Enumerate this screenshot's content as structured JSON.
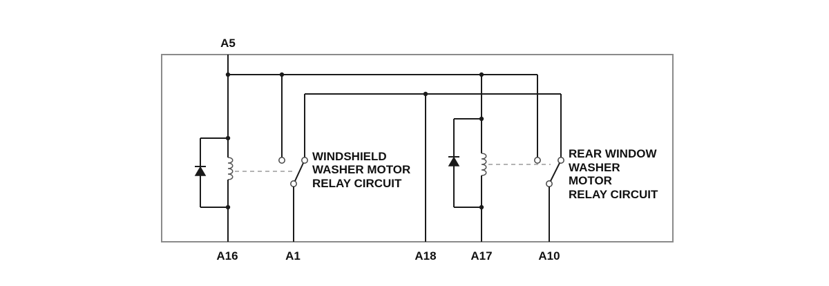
{
  "pins": {
    "top": "A5",
    "bottom": [
      "A16",
      "A1",
      "A18",
      "A17",
      "A10"
    ]
  },
  "circuits": {
    "windshield": [
      "WINDSHIELD",
      "WASHER MOTOR",
      "RELAY CIRCUIT"
    ],
    "rear": [
      "REAR WINDOW",
      "WASHER",
      "MOTOR",
      "RELAY CIRCUIT"
    ]
  },
  "colors": {
    "wire": "#1a1a1a",
    "frame": "#8a8a8a",
    "mechanical_link": "#9a9a9a"
  }
}
